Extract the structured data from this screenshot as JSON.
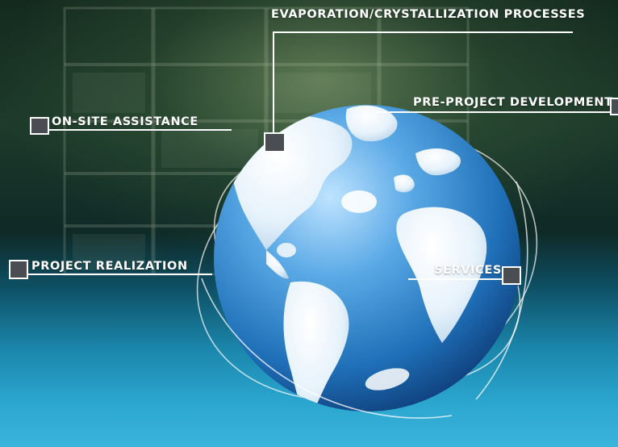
{
  "labels": {
    "evaporation": "EVAPORATION/CRYSTALLIZATION PROCESSES",
    "pre_project": "PRE-PROJECT DEVELOPMENT",
    "on_site": "ON-SITE ASSISTANCE",
    "project_realization": "PROJECT REALIZATION",
    "services": "SERVICES"
  },
  "colors": {
    "marker_fill": "#4a4d52",
    "line": "#ffffff",
    "ocean_blue": "#3a8fd0"
  },
  "icons": {
    "globe": "globe-icon",
    "marker": "square-marker-icon"
  }
}
